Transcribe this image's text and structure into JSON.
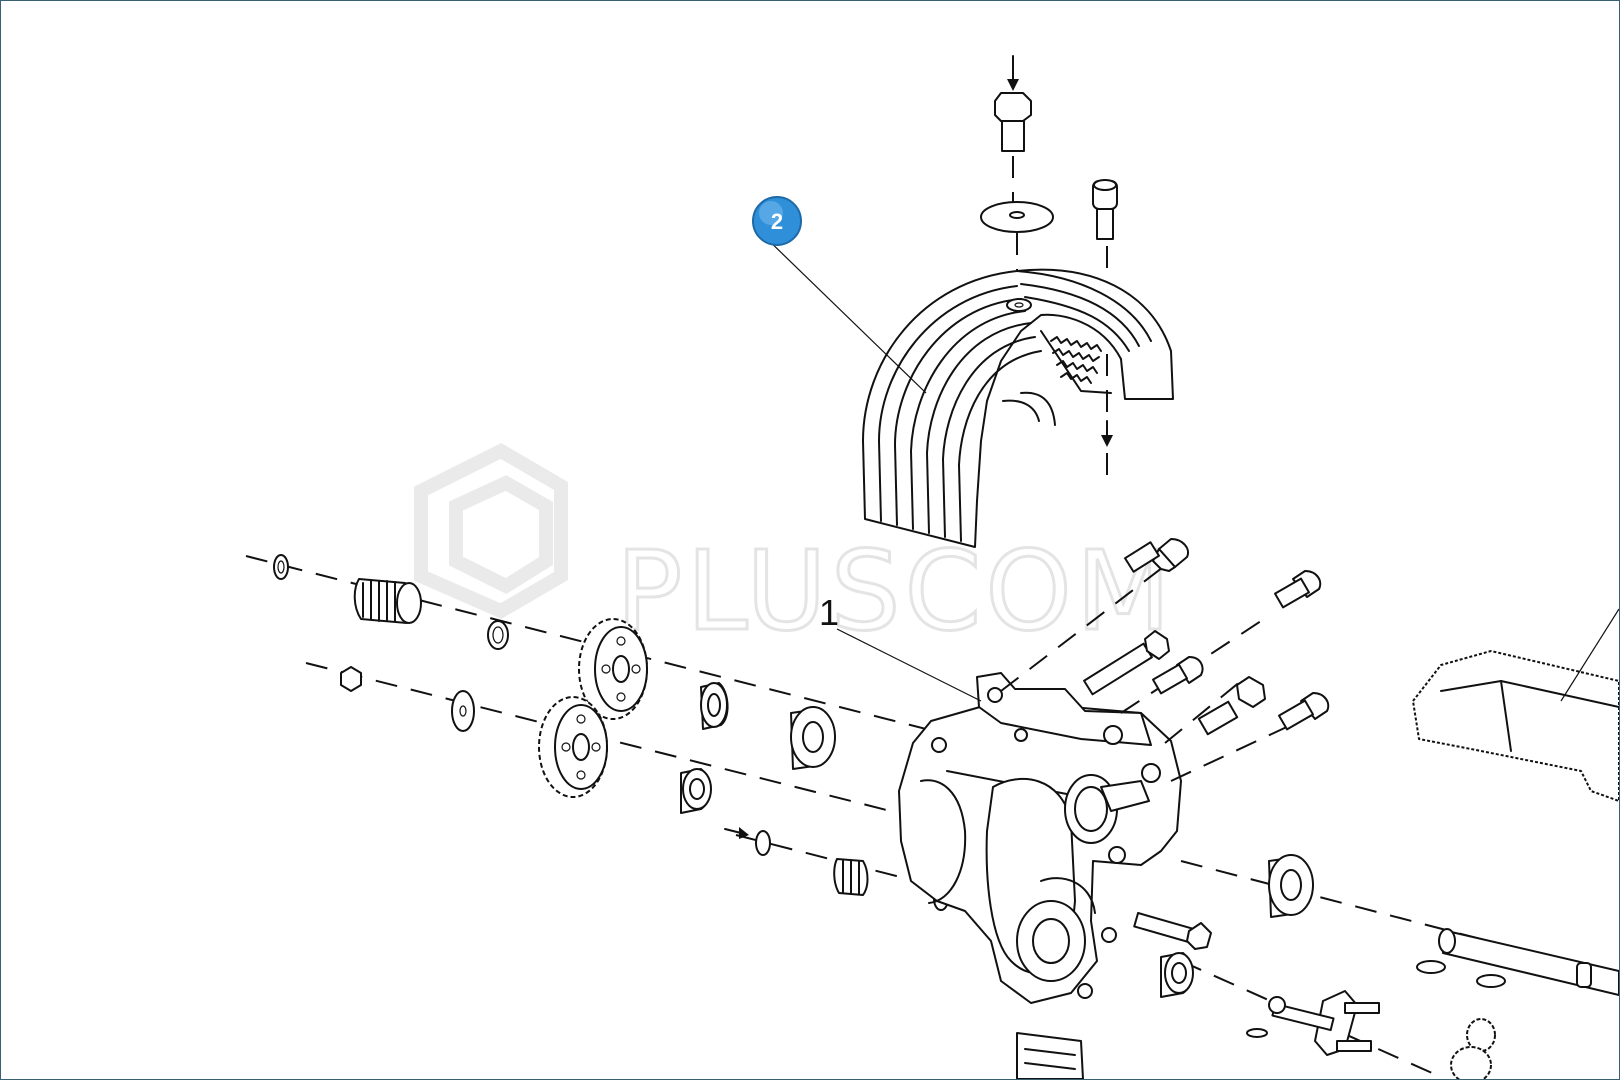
{
  "diagram": {
    "watermark": "PLUSCOM",
    "callouts": [
      {
        "id": "part-1",
        "label": "1"
      },
      {
        "id": "part-2",
        "label": "2",
        "style": "badge"
      }
    ],
    "badge_color": "#2f8fd8",
    "border_color": "#3a6075"
  }
}
